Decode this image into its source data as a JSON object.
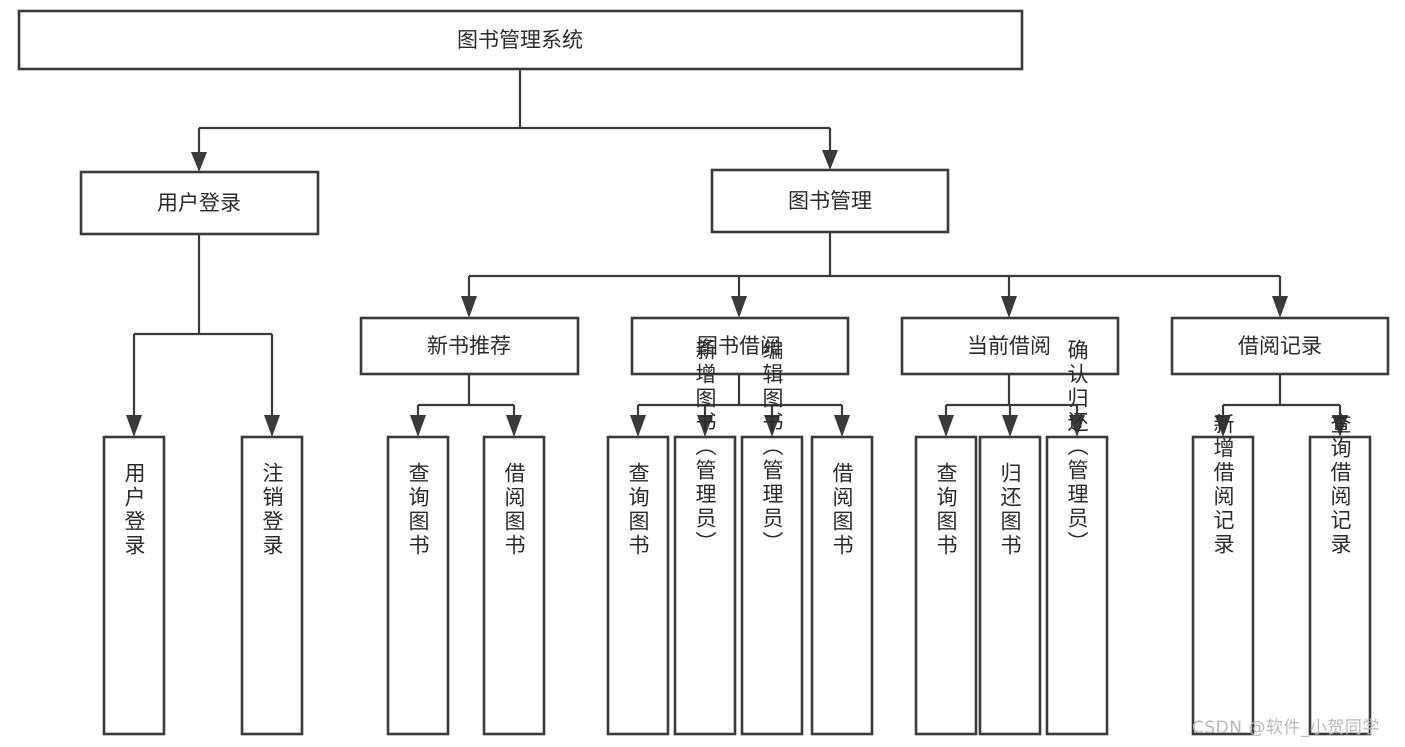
{
  "diagram": {
    "title": "图书管理系统",
    "type": "tree-hierarchy-flowchart",
    "orientation": "top-down",
    "nodes": {
      "root": {
        "label": "图书管理系统"
      },
      "level2": [
        {
          "id": "user-login",
          "label": "用户登录"
        },
        {
          "id": "book-management",
          "label": "图书管理"
        }
      ],
      "level3": [
        {
          "id": "new-book-recommend",
          "label": "新书推荐",
          "parent": "book-management"
        },
        {
          "id": "book-borrow",
          "label": "图书借阅",
          "parent": "book-management"
        },
        {
          "id": "current-borrow",
          "label": "当前借阅",
          "parent": "book-management"
        },
        {
          "id": "borrow-record",
          "label": "借阅记录",
          "parent": "book-management"
        }
      ],
      "leaves": [
        {
          "id": "leaf-user-login",
          "label": "用户登录",
          "parent": "user-login"
        },
        {
          "id": "leaf-user-logout",
          "label": "注销登录",
          "parent": "user-login"
        },
        {
          "id": "leaf-query-book-1",
          "label": "查询图书",
          "parent": "new-book-recommend"
        },
        {
          "id": "leaf-borrow-book-1",
          "label": "借阅图书",
          "parent": "new-book-recommend"
        },
        {
          "id": "leaf-query-book-2",
          "label": "查询图书",
          "parent": "book-borrow"
        },
        {
          "id": "leaf-add-book",
          "label": "新增图书（管理员）",
          "parent": "book-borrow"
        },
        {
          "id": "leaf-edit-book",
          "label": "编辑图书（管理员）",
          "parent": "book-borrow"
        },
        {
          "id": "leaf-borrow-book-2",
          "label": "借阅图书",
          "parent": "book-borrow"
        },
        {
          "id": "leaf-query-book-3",
          "label": "查询图书",
          "parent": "current-borrow"
        },
        {
          "id": "leaf-return-book",
          "label": "归还图书",
          "parent": "current-borrow"
        },
        {
          "id": "leaf-confirm-return",
          "label": "确认归还（管理员）",
          "parent": "current-borrow"
        },
        {
          "id": "leaf-add-record",
          "label": "新增借阅记录",
          "parent": "borrow-record"
        },
        {
          "id": "leaf-query-record",
          "label": "查询借阅记录",
          "parent": "borrow-record"
        }
      ]
    },
    "colors": {
      "node_border": "#3a3a3a",
      "node_fill": "#ffffff",
      "connector": "#3a3a3a",
      "text": "#2b2b2b",
      "background": "#ffffff",
      "watermark": "#b9b9b9"
    }
  },
  "watermark": {
    "text": "CSDN @软件_小贺同学"
  }
}
